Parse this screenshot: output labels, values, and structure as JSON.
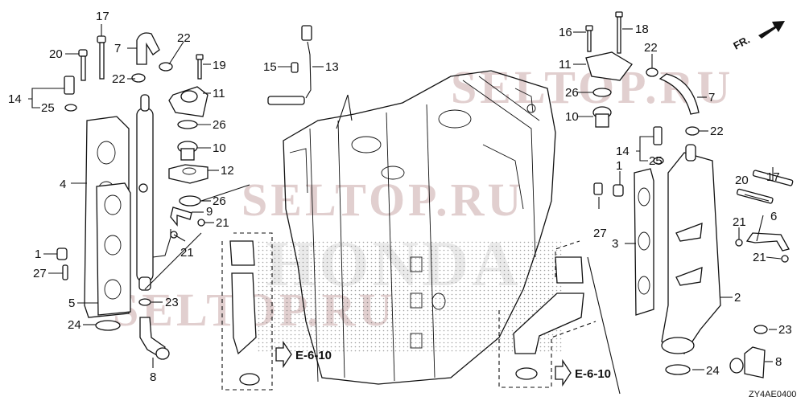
{
  "diagram": {
    "title": "Cylinder Block / Exhaust Manifold Parts Diagram",
    "direction_marker": "FR.",
    "diagram_code": "ZY4AE0400",
    "watermarks": [
      "SELTOP.RU",
      "SELTOP.RU",
      "HONDA",
      "SELTOP.RU"
    ],
    "cross_references": [
      {
        "label": "E-6-10"
      },
      {
        "label": "E-6-10"
      }
    ],
    "callouts": [
      {
        "id": "c17a",
        "number": "17"
      },
      {
        "id": "c20a",
        "number": "20"
      },
      {
        "id": "c7a",
        "number": "7"
      },
      {
        "id": "c22a",
        "number": "22"
      },
      {
        "id": "c22b",
        "number": "22"
      },
      {
        "id": "c19",
        "number": "19"
      },
      {
        "id": "c11a",
        "number": "11"
      },
      {
        "id": "c14a",
        "number": "14"
      },
      {
        "id": "c25a",
        "number": "25"
      },
      {
        "id": "c26a",
        "number": "26"
      },
      {
        "id": "c10a",
        "number": "10"
      },
      {
        "id": "c12",
        "number": "12"
      },
      {
        "id": "c26b",
        "number": "26"
      },
      {
        "id": "c4",
        "number": "4"
      },
      {
        "id": "c9",
        "number": "9"
      },
      {
        "id": "c21a",
        "number": "21"
      },
      {
        "id": "c21b",
        "number": "21"
      },
      {
        "id": "c1a",
        "number": "1"
      },
      {
        "id": "c27a",
        "number": "27"
      },
      {
        "id": "c5",
        "number": "5"
      },
      {
        "id": "c23a",
        "number": "23"
      },
      {
        "id": "c24a",
        "number": "24"
      },
      {
        "id": "c8a",
        "number": "8"
      },
      {
        "id": "c15",
        "number": "15"
      },
      {
        "id": "c13",
        "number": "13"
      },
      {
        "id": "c16",
        "number": "16"
      },
      {
        "id": "c18",
        "number": "18"
      },
      {
        "id": "c11b",
        "number": "11"
      },
      {
        "id": "c22c",
        "number": "22"
      },
      {
        "id": "c26c",
        "number": "26"
      },
      {
        "id": "c7b",
        "number": "7"
      },
      {
        "id": "c10b",
        "number": "10"
      },
      {
        "id": "c22d",
        "number": "22"
      },
      {
        "id": "c14b",
        "number": "14"
      },
      {
        "id": "c25b",
        "number": "25"
      },
      {
        "id": "c1b",
        "number": "1"
      },
      {
        "id": "c20b",
        "number": "20"
      },
      {
        "id": "c17b",
        "number": "17"
      },
      {
        "id": "c6",
        "number": "6"
      },
      {
        "id": "c27b",
        "number": "27"
      },
      {
        "id": "c21c",
        "number": "21"
      },
      {
        "id": "c3",
        "number": "3"
      },
      {
        "id": "c21d",
        "number": "21"
      },
      {
        "id": "c2",
        "number": "2"
      },
      {
        "id": "c23b",
        "number": "23"
      },
      {
        "id": "c8b",
        "number": "8"
      },
      {
        "id": "c24b",
        "number": "24"
      }
    ]
  }
}
